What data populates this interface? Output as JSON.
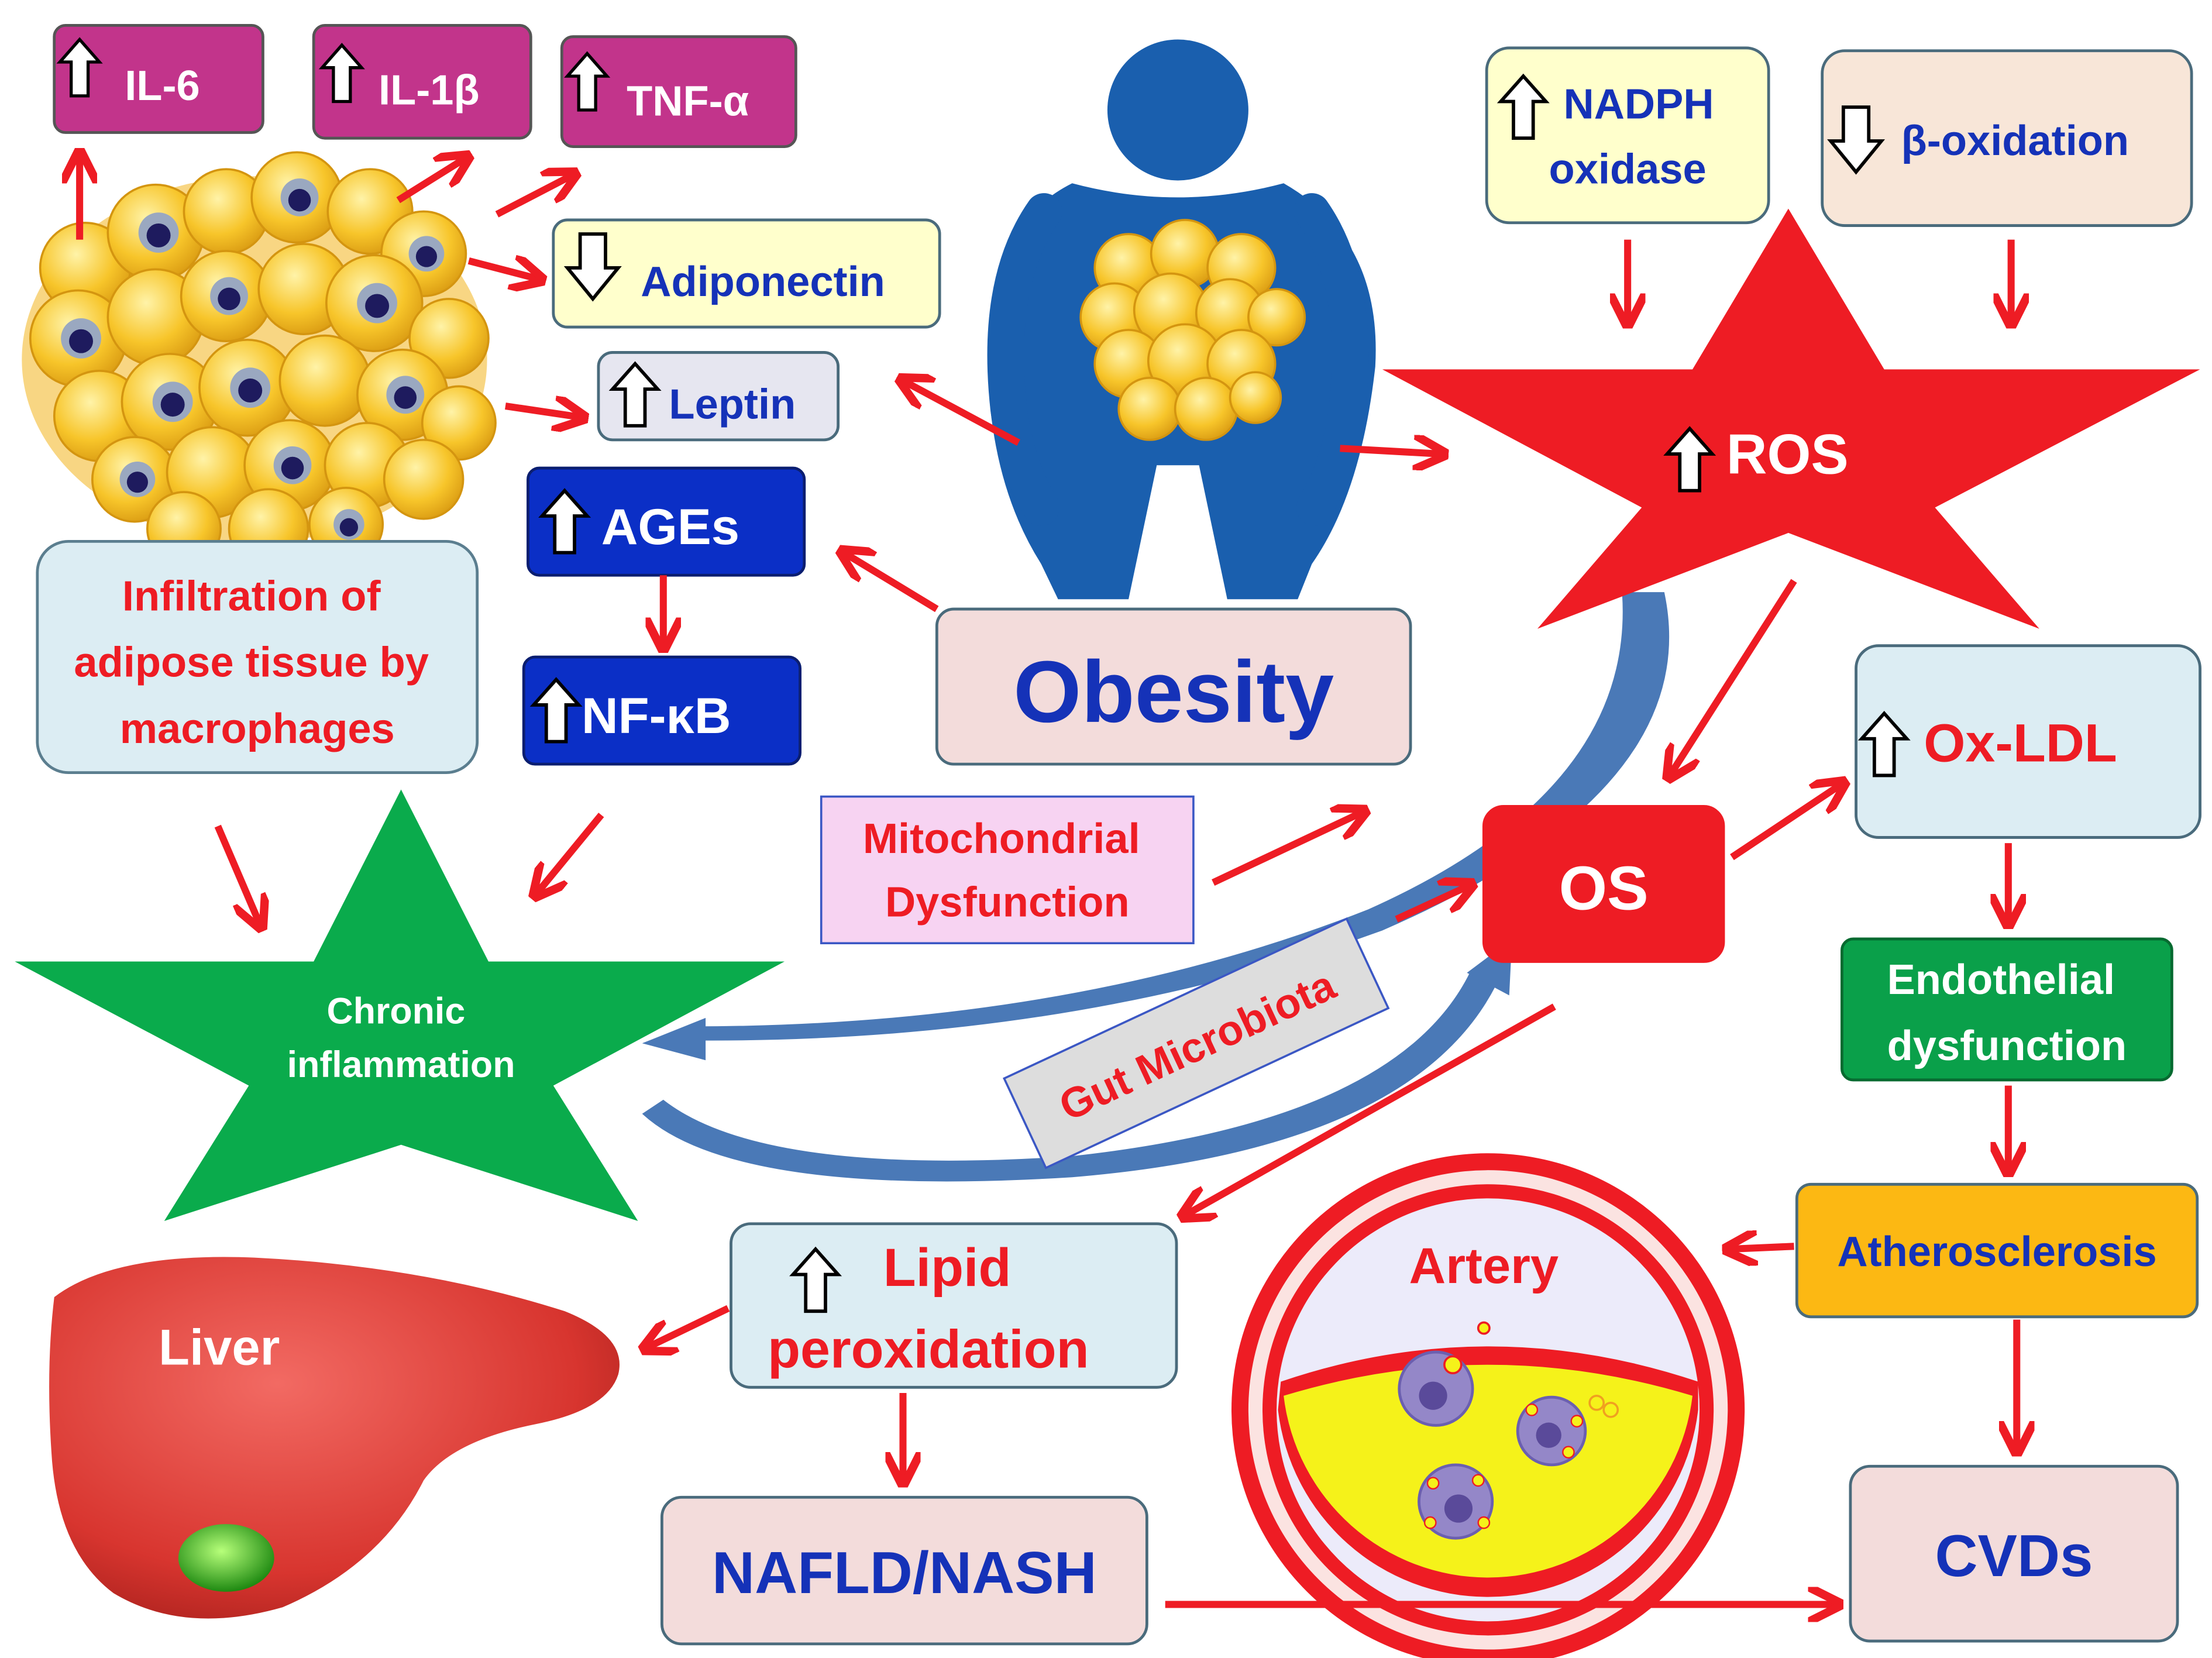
{
  "colors": {
    "arrow_red": "#ee1c24",
    "magenta_box": "#c2348b",
    "dark_blue_box": "#0b2fc6",
    "text_blue": "#1532b8",
    "text_red": "#ee1c24",
    "green_star": "#0aab4c",
    "red_star": "#ee1c24",
    "silhouette_blue": "#1a5fae",
    "liver_red": "#e2413c",
    "gallbladder_green": "#3fbf2a",
    "fat_yellow": "#f7c52a",
    "artery_red": "#ee1c24",
    "plaque_yellow": "#f5f21a",
    "atherosclerosis_orange": "#fcb813",
    "endothelial_green": "#0aa04a",
    "curve_blue": "#4a79b7"
  },
  "icons": {
    "up_arrow": "up-arrow-icon",
    "down_arrow": "down-arrow-icon"
  },
  "labels": {
    "il6": "IL-6",
    "il1b": "IL-1β",
    "tnfa": "TNF-α",
    "adiponectin": "Adiponectin",
    "leptin": "Leptin",
    "ages": "AGEs",
    "nfkb": "NF-κB",
    "infiltration_lines": [
      "Infiltration of",
      "adipose tissue by",
      "macrophages"
    ],
    "chronic_inflammation_lines": [
      "Chronic",
      "inflammation"
    ],
    "obesity": "Obesity",
    "mitochondrial_lines": [
      "Mitochondrial",
      "Dysfunction"
    ],
    "gut_microbiota": "Gut Microbiota",
    "nadph_lines": [
      "NADPH",
      "oxidase"
    ],
    "beta_oxidation": "β-oxidation",
    "ros": "ROS",
    "os": "OS",
    "oxldl": "Ox-LDL",
    "endothelial_lines": [
      "Endothelial",
      "dysfunction"
    ],
    "atherosclerosis": "Atherosclerosis",
    "artery": "Artery",
    "cvds": "CVDs",
    "lipid_peroxidation_lines": [
      "Lipid",
      "peroxidation"
    ],
    "nafld": "NAFLD/NASH",
    "liver": "Liver"
  }
}
